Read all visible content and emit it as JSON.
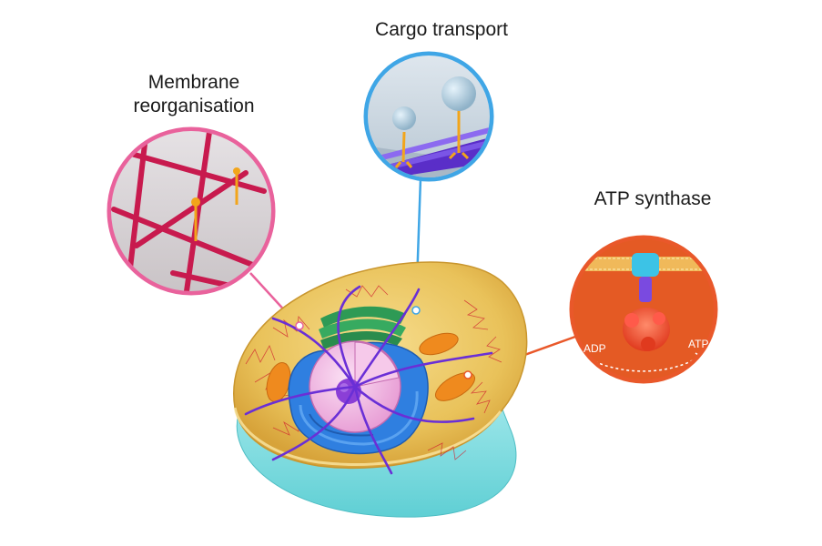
{
  "labels": {
    "cargo_transport": "Cargo transport",
    "membrane_line1": "Membrane",
    "membrane_line2": "reorganisation",
    "atp_synthase": "ATP synthase"
  },
  "atp_inset": {
    "adp": "ADP",
    "atp": "ATP"
  },
  "colors": {
    "membrane_callout": "#e9629c",
    "cargo_callout": "#3fa6e6",
    "atp_callout": "#e9582a",
    "cytoplasm": "#e9c25a",
    "cell_base": "#7fdde0",
    "actin": "#c81a4e",
    "microtubule": "#6a2fd6",
    "motor": "#f2a51b",
    "golgi": "#2e9a55",
    "mitochondria": "#ef8a1e",
    "er": "#2f7fe0",
    "nucleus": "#f3b7e4"
  }
}
